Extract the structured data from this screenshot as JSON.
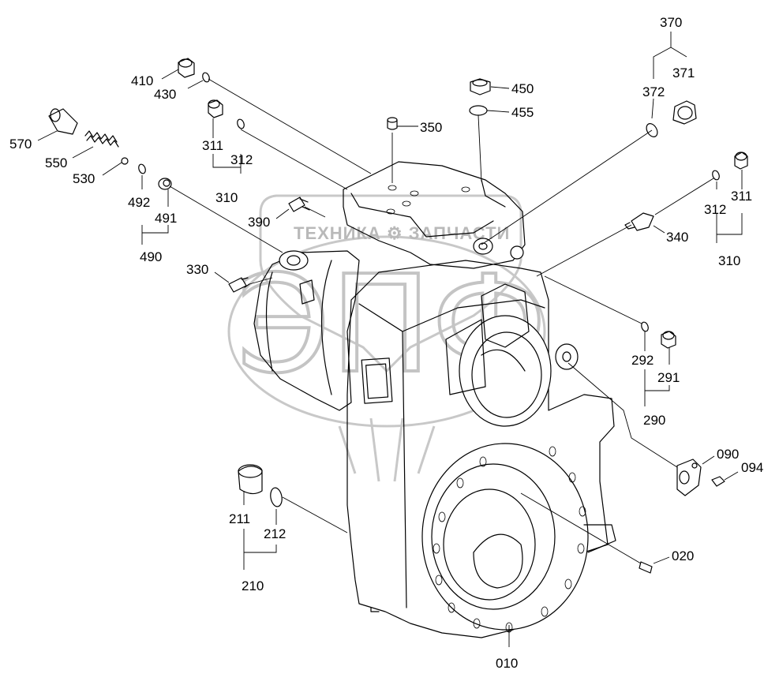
{
  "watermark": {
    "text": "ТЕХНИКА ⚙ ЗАПЧАСТИ",
    "big": "ЭПФ"
  },
  "labels": {
    "p370": "370",
    "p371": "371",
    "p372": "372",
    "p410": "410",
    "p430": "430",
    "p450": "450",
    "p455": "455",
    "p350": "350",
    "p570": "570",
    "p550": "550",
    "p530": "530",
    "p311a": "311",
    "p312a": "312",
    "p310a": "310",
    "p492": "492",
    "p491": "491",
    "p490": "490",
    "p390": "390",
    "p311b": "311",
    "p312b": "312",
    "p310b": "310",
    "p340": "340",
    "p330": "330",
    "p292": "292",
    "p291": "291",
    "p290": "290",
    "p090": "090",
    "p094": "094",
    "p211": "211",
    "p212": "212",
    "p210": "210",
    "p020": "020",
    "p010": "010"
  }
}
